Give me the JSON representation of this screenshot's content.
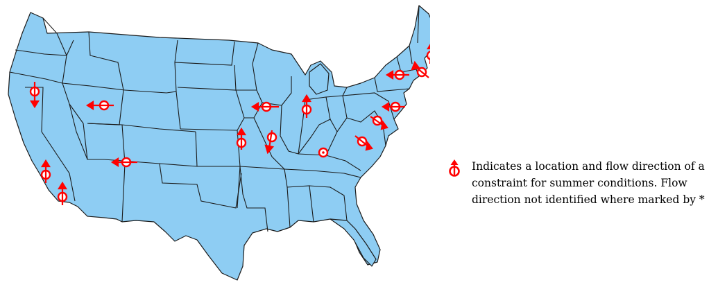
{
  "legend": {
    "icon": "constraint-marker-icon",
    "text": "Indicates a location and flow direction of a constraint for summer conditions. Flow direction not identified where marked by *"
  },
  "colors": {
    "land": "#8ecdf3",
    "border": "#1a1a1a",
    "marker": "#ff0000"
  },
  "constraints": [
    {
      "id": "oregon-california",
      "flow": "south"
    },
    {
      "id": "idaho-oregon",
      "flow": "west"
    },
    {
      "id": "central-california",
      "flow": "north"
    },
    {
      "id": "southern-california",
      "flow": "north"
    },
    {
      "id": "arizona-new-mexico",
      "flow": "east-west"
    },
    {
      "id": "iowa-illinois",
      "flow": "west"
    },
    {
      "id": "kansas-missouri",
      "flow": "north"
    },
    {
      "id": "missouri",
      "flow": "south"
    },
    {
      "id": "illinois-indiana",
      "flow": "north"
    },
    {
      "id": "kentucky",
      "flow": "not identified"
    },
    {
      "id": "west-virginia-virginia",
      "flow": "southeast"
    },
    {
      "id": "virginia",
      "flow": "southeast"
    },
    {
      "id": "pennsylvania-new-jersey",
      "flow": "west"
    },
    {
      "id": "new-york",
      "flow": "west"
    },
    {
      "id": "connecticut",
      "flow": "northwest"
    },
    {
      "id": "massachusetts",
      "flow": "north"
    }
  ]
}
